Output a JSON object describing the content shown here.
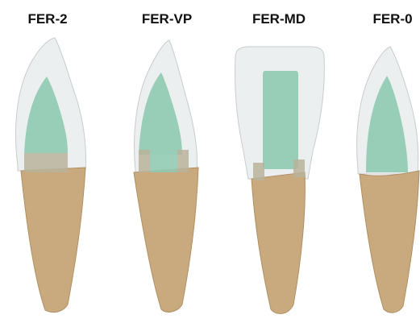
{
  "labels": [
    "FER-2",
    "FER-VP",
    "FER-MD",
    "FER-0"
  ],
  "colors": {
    "root": "#c9aa7f",
    "root_edge": "#b08f62",
    "crown": "#ecefef",
    "crown_edge": "#c8cccc",
    "post": "#8fcab0",
    "ferrule_patch": "#b9b39a"
  }
}
